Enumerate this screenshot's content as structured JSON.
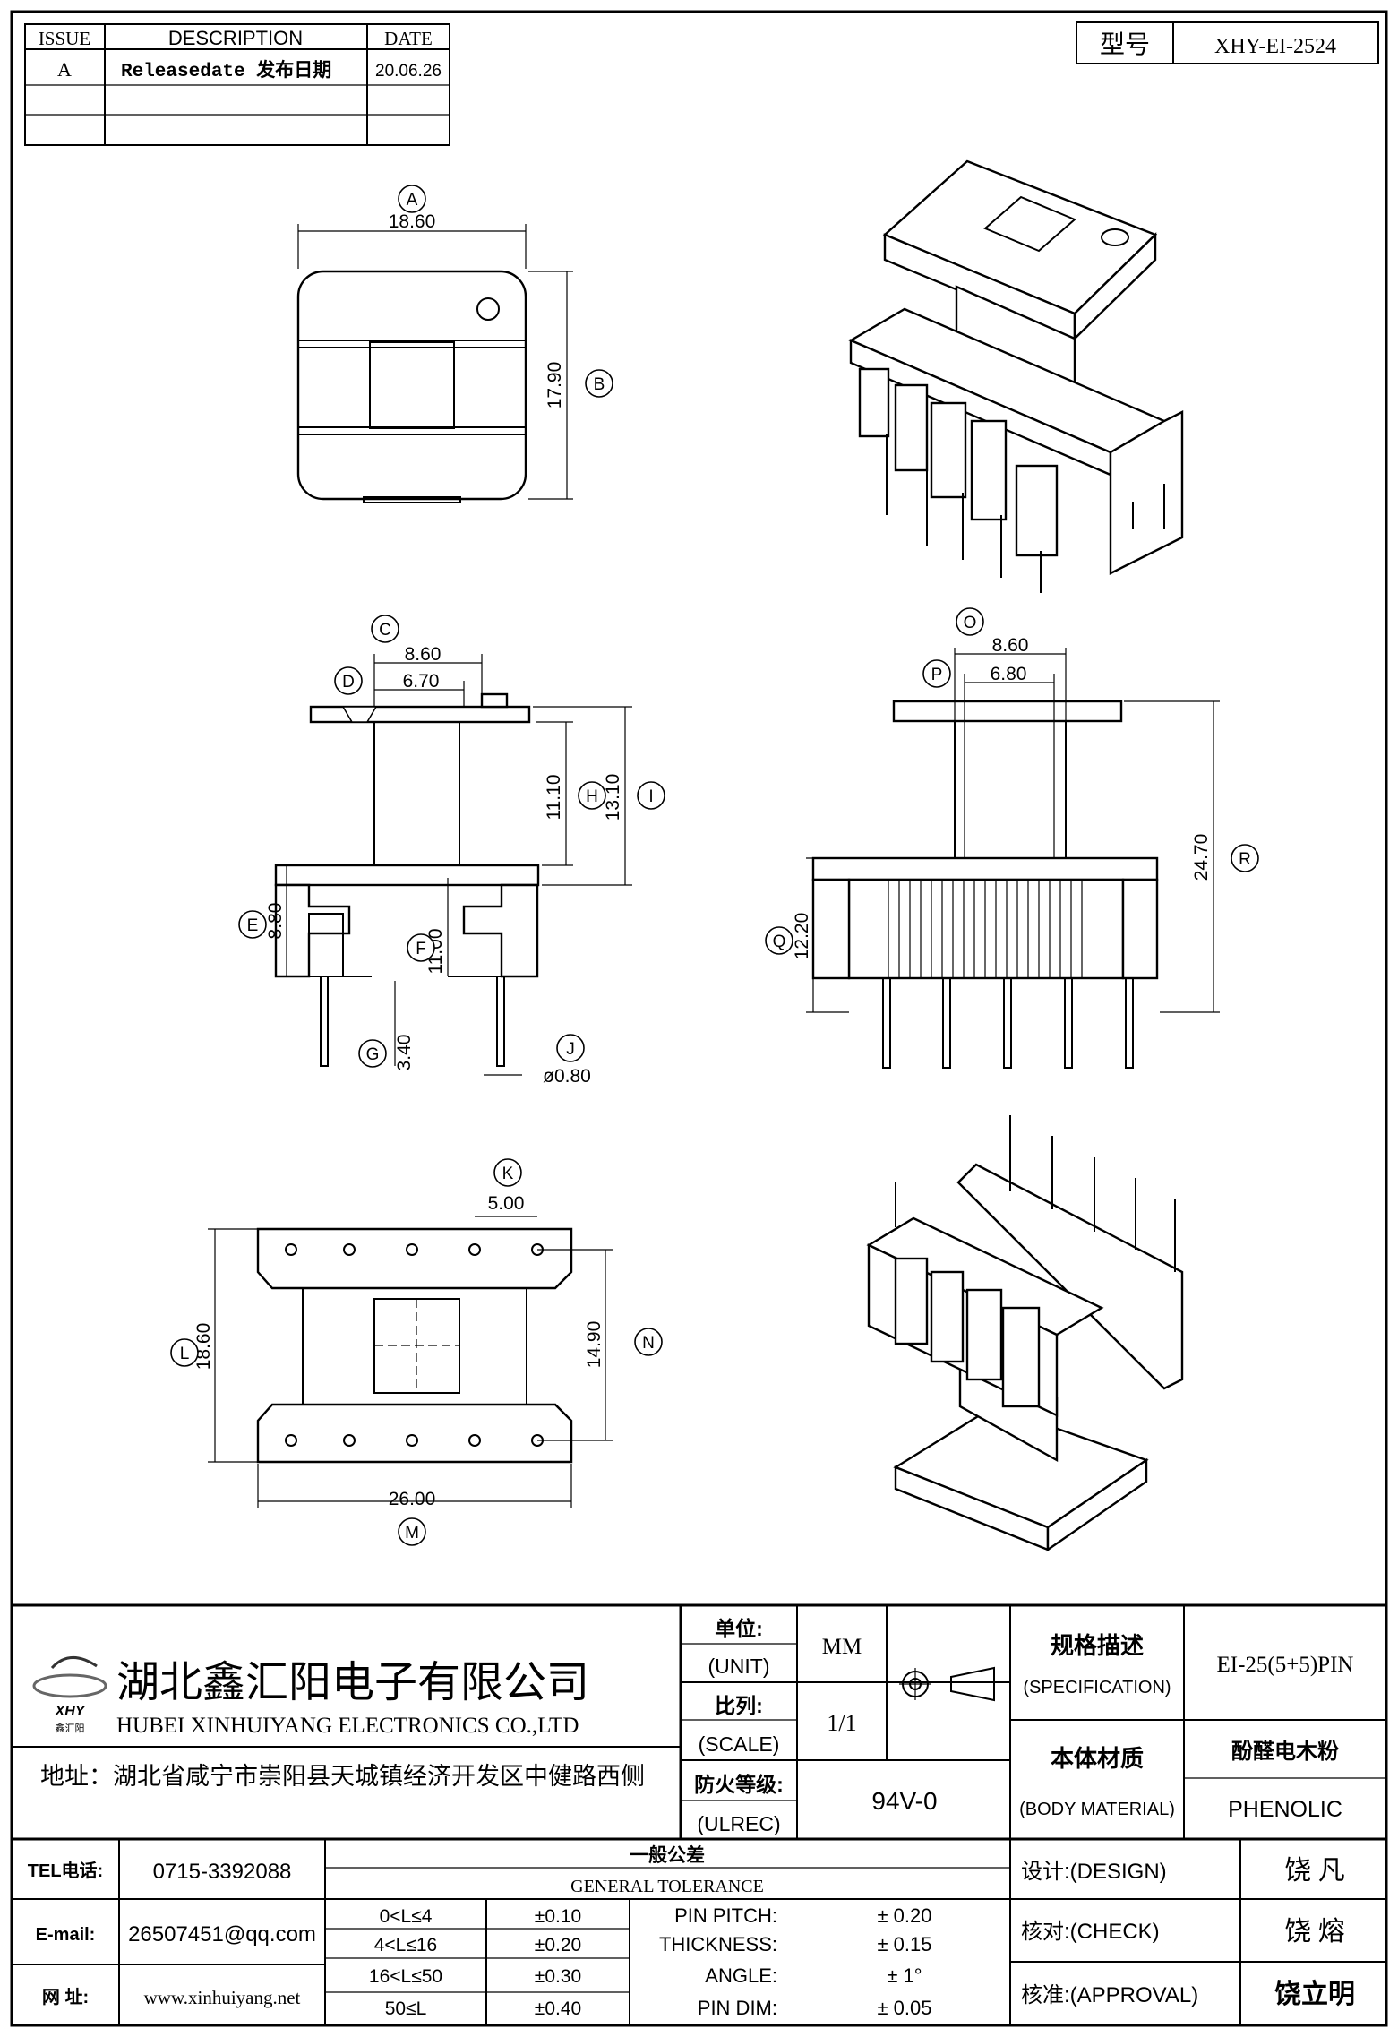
{
  "revision_table": {
    "headers": [
      "ISSUE",
      "DESCRIPTION",
      "DATE"
    ],
    "rows": [
      {
        "issue": "A",
        "description": "Releasedate 发布日期",
        "date": "20.06.26"
      },
      {
        "issue": "",
        "description": "",
        "date": ""
      },
      {
        "issue": "",
        "description": "",
        "date": ""
      }
    ]
  },
  "model": {
    "label": "型号",
    "value": "XHY-EI-2524"
  },
  "dimensions": {
    "A": {
      "letter": "A",
      "value": "18.60"
    },
    "B": {
      "letter": "B",
      "value": "17.90"
    },
    "C": {
      "letter": "C",
      "value": "8.60"
    },
    "D": {
      "letter": "D",
      "value": "6.70"
    },
    "E": {
      "letter": "E",
      "value": "8.80"
    },
    "F": {
      "letter": "F",
      "value": "11.00"
    },
    "G": {
      "letter": "G",
      "value": "3.40"
    },
    "H": {
      "letter": "H",
      "value": "11.10"
    },
    "I": {
      "letter": "I",
      "value": "13.10"
    },
    "J": {
      "letter": "J",
      "value": "ø0.80"
    },
    "K": {
      "letter": "K",
      "value": "5.00"
    },
    "L": {
      "letter": "L",
      "value": "18.60"
    },
    "M": {
      "letter": "M",
      "value": "26.00"
    },
    "N": {
      "letter": "N",
      "value": "14.90"
    },
    "O": {
      "letter": "O",
      "value": "8.60"
    },
    "P": {
      "letter": "P",
      "value": "6.80"
    },
    "Q": {
      "letter": "Q",
      "value": "12.20"
    },
    "R": {
      "letter": "R",
      "value": "24.70"
    }
  },
  "company": {
    "name_cn": "湖北鑫汇阳电子有限公司",
    "name_en": "HUBEI XINHUIYANG ELECTRONICS CO.,LTD",
    "logo_text": "XHY",
    "logo_sub": "鑫汇阳",
    "address": "地址：湖北省咸宁市崇阳县天城镇经济开发区中健路西侧"
  },
  "title_block": {
    "unit_cn": "单位:",
    "unit_en": "(UNIT)",
    "unit_value": "MM",
    "scale_cn": "比列:",
    "scale_en": "(SCALE)",
    "scale_value": "1/1",
    "ulrec_cn": "防火等级:",
    "ulrec_en": "(ULREC)",
    "ulrec_value": "94V-0",
    "spec_cn": "规格描述",
    "spec_en": "(SPECIFICATION)",
    "spec_value": "EI-25(5+5)PIN",
    "material_cn": "本体材质",
    "material_en": "(BODY MATERIAL)",
    "material_value_cn": "酚醛电木粉",
    "material_value_en": "PHENOLIC"
  },
  "contact": {
    "tel_label": "TEL电话:",
    "tel": "0715-3392088",
    "email_label": "E-mail:",
    "email": "26507451@qq.com",
    "web_label": "网  址:",
    "web": "www.xinhuiyang.net"
  },
  "tolerance": {
    "title_cn": "一般公差",
    "title_en": "GENERAL TOLERANCE",
    "ranges": [
      {
        "range": "0<L≤4",
        "tol": "±0.10"
      },
      {
        "range": "4<L≤16",
        "tol": "±0.20"
      },
      {
        "range": "16<L≤50",
        "tol": "±0.30"
      },
      {
        "range": "50≤L",
        "tol": "±0.40"
      }
    ],
    "specials": [
      {
        "label": "PIN PITCH:",
        "value": "± 0.20"
      },
      {
        "label": "THICKNESS:",
        "value": "± 0.15"
      },
      {
        "label": "ANGLE:",
        "value": "± 1°"
      },
      {
        "label": "PIN DIM:",
        "value": "± 0.05"
      }
    ]
  },
  "signatures": {
    "design_label": "设计:(DESIGN)",
    "design_name": "饶  凡",
    "check_label": "核对:(CHECK)",
    "check_name": "饶  熔",
    "approval_label": "核准:(APPROVAL)",
    "approval_name": "饶立明"
  }
}
